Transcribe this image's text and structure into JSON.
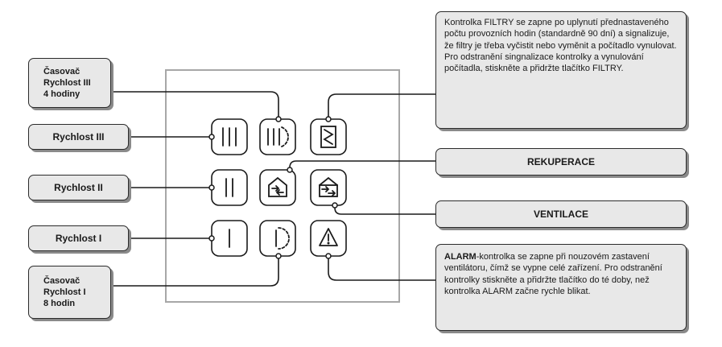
{
  "timer_speed3": [
    "Časovač",
    "Rychlost III",
    "4 hodiny"
  ],
  "timer_speed1": [
    "Časovač",
    "Rychlost I",
    "8 hodin"
  ],
  "speed3_label": "Rychlost III",
  "speed2_label": "Rychlost II",
  "speed1_label": "Rychlost I",
  "recuperation_label": "REKUPERACE",
  "ventilation_label": "VENTILACE",
  "filters_desc": "Kontrolka FILTRY se zapne po uplynutí přednastaveného počtu provozních hodin (standardně 90 dní) a signalizuje, že filtry je třeba vyčistit nebo vyměnit a počítadlo vynulovat. Pro odstranění singnalizace kontrolky a vynulování počítadla, stiskněte a přidržte tlačítko FILTRY.",
  "alarm_title": "ALARM",
  "alarm_desc": "-kontrolka se zapne při nouzovém zastavení  ventilátoru, čímž se vypne celé zařízení. Pro odstranění  kontrolky stiskněte a přidržte tlačítko do té doby, než kontrolka ALARM začne rychle blikat."
}
